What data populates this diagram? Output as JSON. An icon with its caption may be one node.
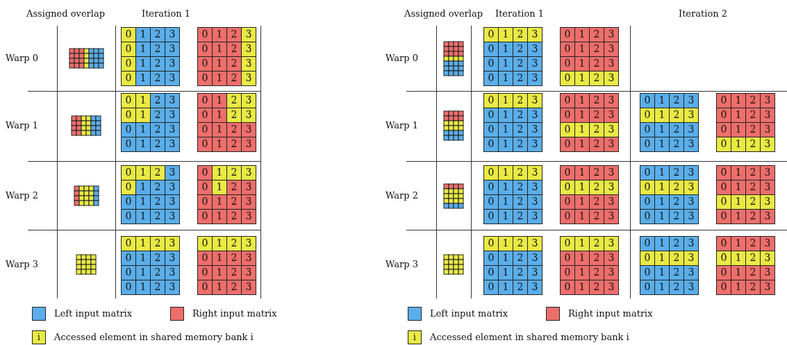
{
  "diagram": {
    "labels": [
      "Assigned overlap",
      "Iteration 1",
      "Warp 0",
      "0",
      "1",
      "2",
      "3",
      "0",
      "1",
      "2",
      "3",
      "0",
      "1",
      "2",
      "3",
      "0",
      "1",
      "2",
      "3",
      "0",
      "1",
      "2",
      "3",
      "0",
      "1",
      "2",
      "3",
      "0",
      "1",
      "2",
      "3",
      "0",
      "1",
      "2",
      "3",
      "Warp 1",
      "0",
      "1",
      "2",
      "3",
      "0",
      "1",
      "2",
      "3",
      "0",
      "1",
      "2",
      "3",
      "0",
      "1",
      "2",
      "3",
      "0",
      "1",
      "2",
      "3",
      "0",
      "1",
      "2",
      "3",
      "0",
      "1",
      "2",
      "3",
      "0",
      "1",
      "2",
      "3",
      "Warp 2",
      "0",
      "1",
      "2",
      "3",
      "0",
      "1",
      "2",
      "3",
      "0",
      "1",
      "2",
      "3",
      "0",
      "1",
      "2",
      "3",
      "0",
      "1",
      "2",
      "3",
      "0",
      "1",
      "2",
      "3",
      "0",
      "1",
      "2",
      "3",
      "0",
      "1",
      "2",
      "3",
      "Warp 3",
      "0",
      "1",
      "2",
      "3",
      "0",
      "1",
      "2",
      "3",
      "0",
      "1",
      "2",
      "3",
      "0",
      "1",
      "2",
      "3",
      "0",
      "1",
      "2",
      "3",
      "0",
      "1",
      "2",
      "3",
      "0",
      "1",
      "2",
      "3",
      "0",
      "1",
      "2",
      "3",
      "i",
      "Assigned overlap",
      "Iteration 1",
      "Iteration 2",
      "Warp 0",
      "0",
      "1",
      "2",
      "3",
      "0",
      "1",
      "2",
      "3",
      "0",
      "1",
      "2",
      "3",
      "0",
      "1",
      "2",
      "3",
      "0",
      "1",
      "2",
      "3",
      "0",
      "1",
      "2",
      "3",
      "0",
      "1",
      "2",
      "3",
      "0",
      "1",
      "2",
      "3",
      "Warp 1",
      "0",
      "1",
      "2",
      "3",
      "0",
      "1",
      "2",
      "3",
      "0",
      "1",
      "2",
      "3",
      "0",
      "1",
      "2",
      "3",
      "0",
      "1",
      "2",
      "3",
      "0",
      "1",
      "2",
      "3",
      "0",
      "1",
      "2",
      "3",
      "0",
      "1",
      "2",
      "3",
      "0",
      "1",
      "2",
      "3",
      "0",
      "1",
      "2",
      "3",
      "0",
      "1",
      "2",
      "3",
      "0",
      "1",
      "2",
      "3",
      "0",
      "1",
      "2",
      "3",
      "0",
      "1",
      "2",
      "3",
      "0",
      "1",
      "2",
      "3",
      "0",
      "1",
      "2",
      "3",
      "Warp 2",
      "0",
      "1",
      "2",
      "3",
      "0",
      "1",
      "2",
      "3",
      "0",
      "1",
      "2",
      "3",
      "0",
      "1",
      "2",
      "3",
      "0",
      "1",
      "2",
      "3",
      "0",
      "1",
      "2",
      "3",
      "0",
      "1",
      "2",
      "3",
      "0",
      "1",
      "2",
      "3",
      "0",
      "1",
      "2",
      "3",
      "0",
      "1",
      "2",
      "3",
      "0",
      "1",
      "2",
      "3",
      "0",
      "1",
      "2",
      "3",
      "0",
      "1",
      "2",
      "3",
      "0",
      "1",
      "2",
      "3",
      "0",
      "1",
      "2",
      "3",
      "0",
      "1",
      "2",
      "3",
      "Warp 3",
      "0",
      "1",
      "2",
      "3",
      "0",
      "1",
      "2",
      "3",
      "0",
      "1",
      "2",
      "3",
      "0",
      "1",
      "2",
      "3",
      "0",
      "1",
      "2",
      "3",
      "0",
      "1",
      "2",
      "3",
      "0",
      "1",
      "2",
      "3",
      "0",
      "1",
      "2",
      "3",
      "0",
      "1",
      "2",
      "3",
      "0",
      "1",
      "2",
      "3",
      "0",
      "1",
      "2",
      "3",
      "0",
      "1",
      "2",
      "3",
      "0",
      "1",
      "2",
      "3",
      "0",
      "1",
      "2",
      "3",
      "0",
      "1",
      "2",
      "3",
      "0",
      "1",
      "2",
      "3",
      "i"
    ],
    "legend": [
      {
        "text": "Left input matrix",
        "color": "#5aaeea"
      },
      {
        "text": "Right input matrix",
        "color": "#ee6e6b"
      },
      {
        "text": "Accessed element in shared memory bank i",
        "color": "#eaea44"
      },
      {
        "text": "Left input matrix",
        "color": "#5aaeea"
      },
      {
        "text": "Right input matrix",
        "color": "#ee6e6b"
      },
      {
        "text": "Accessed element in shared memory bank i",
        "color": "#eaea44"
      }
    ]
  }
}
